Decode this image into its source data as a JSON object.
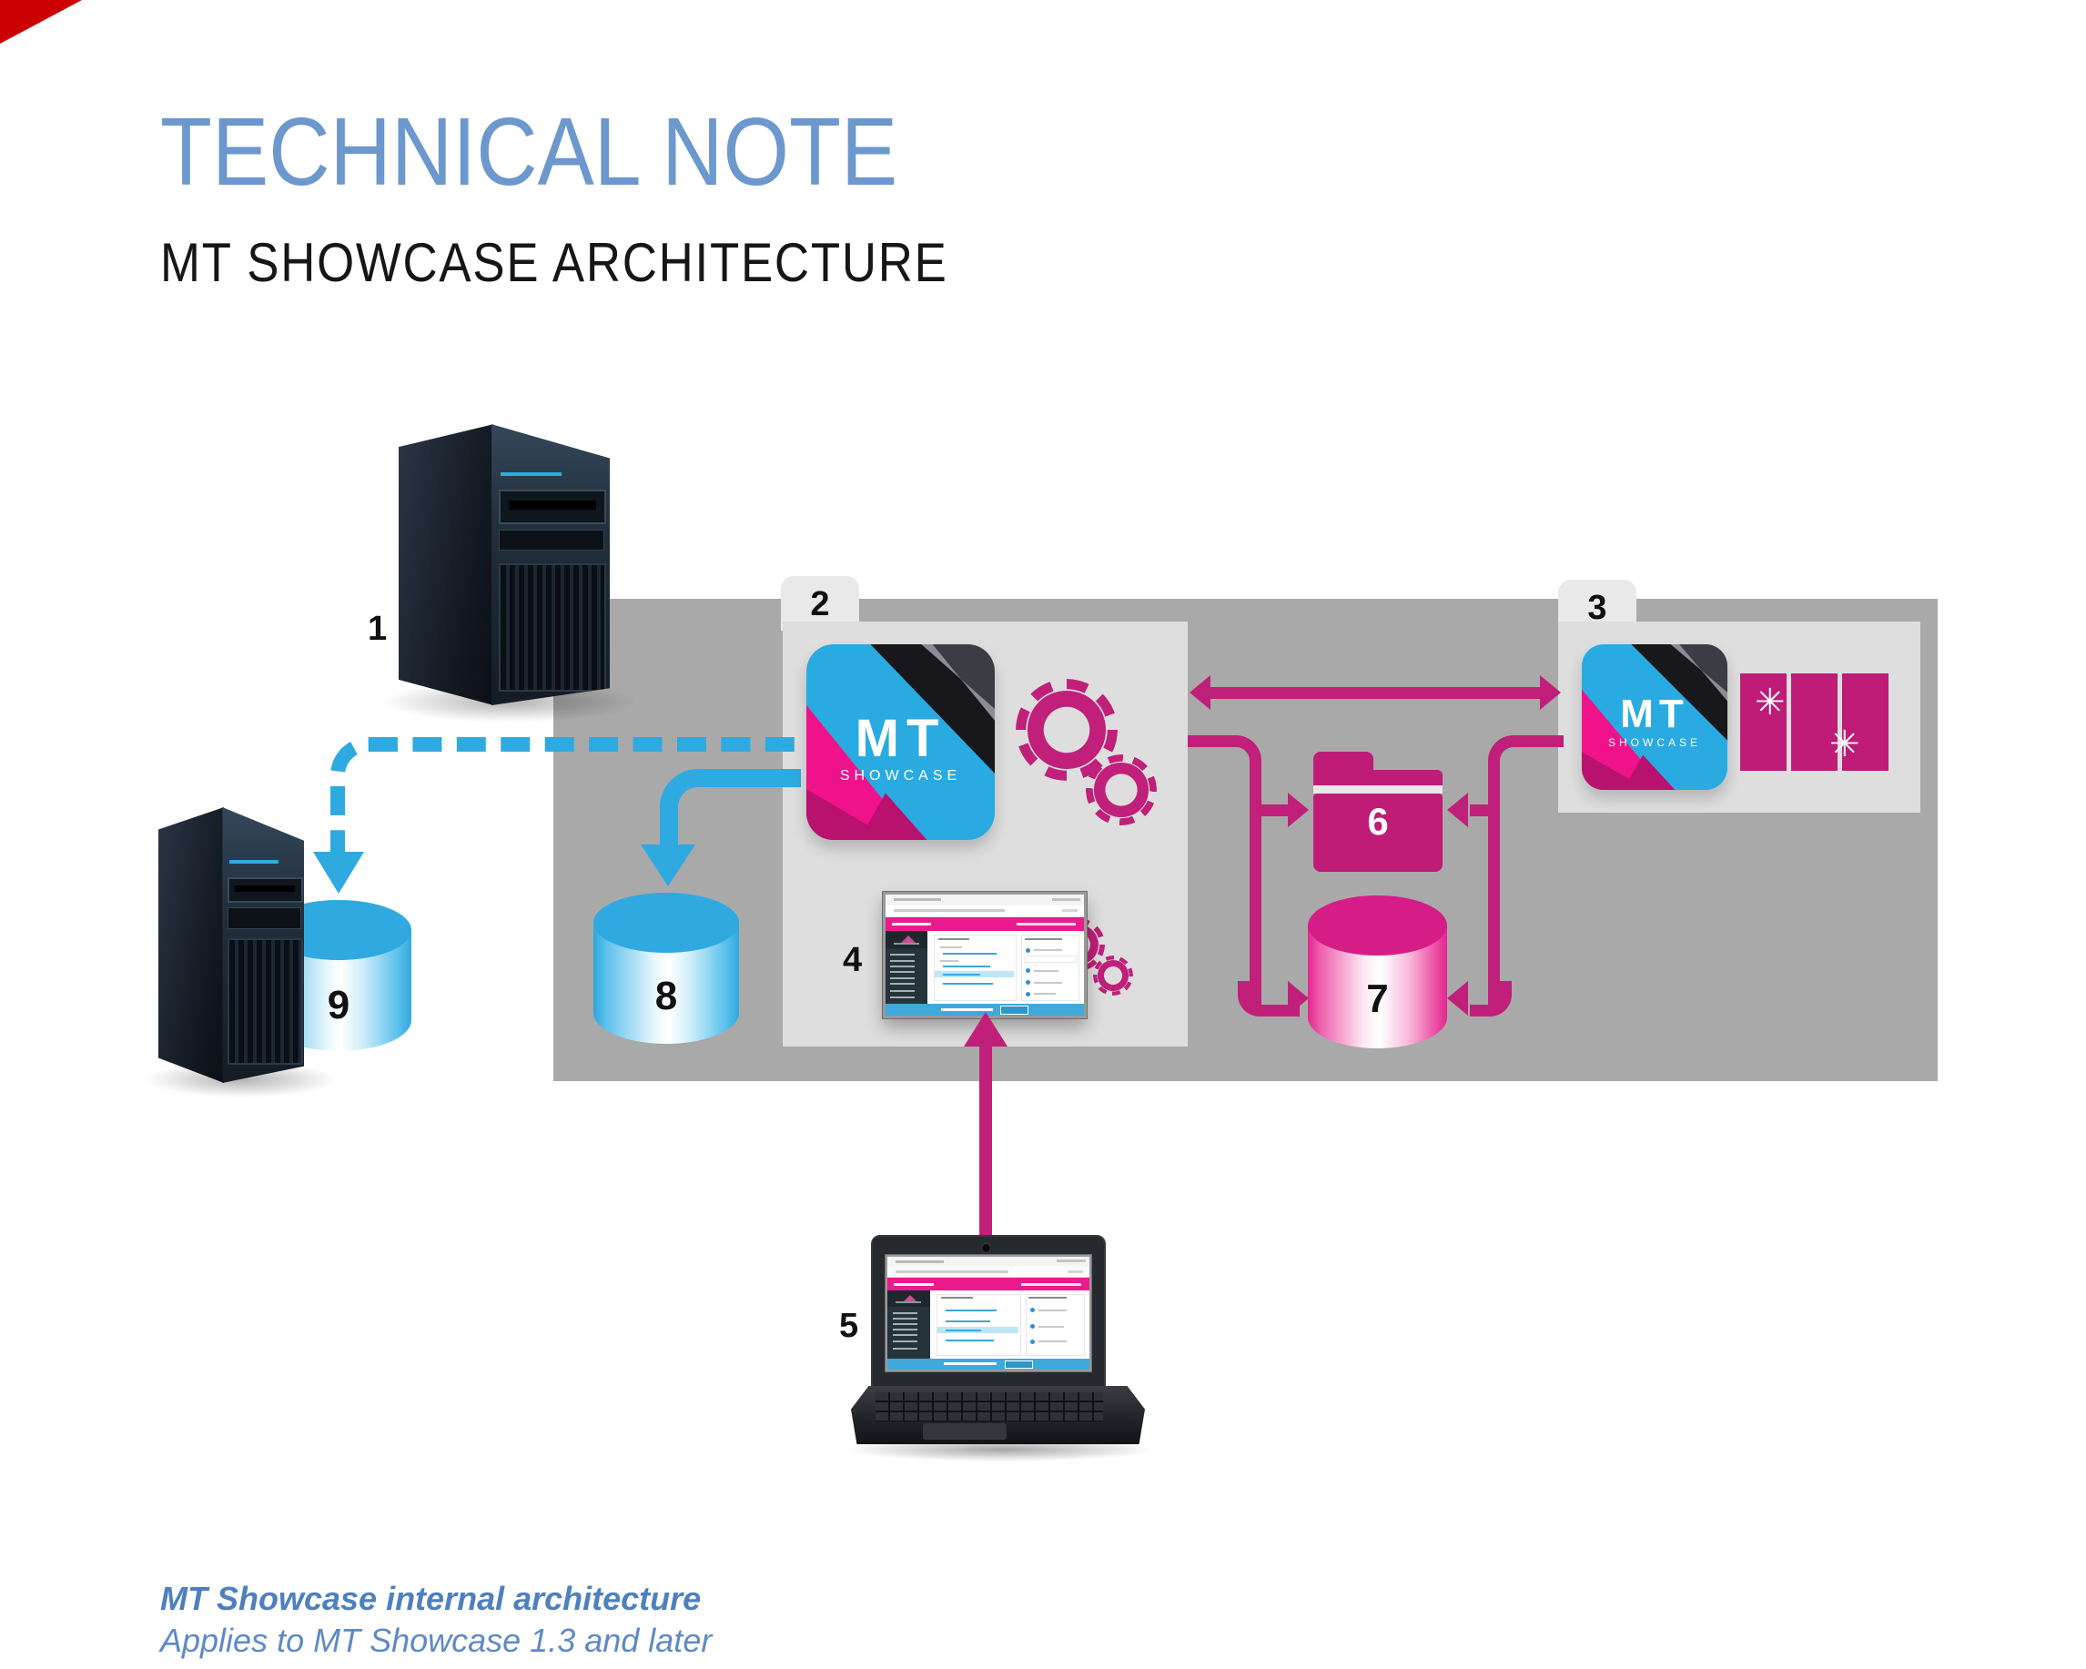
{
  "page": {
    "title": "TECHNICAL NOTE",
    "subtitle": "MT SHOWCASE ARCHITECTURE"
  },
  "footer": {
    "line1": "MT Showcase internal architecture",
    "line2": "Applies to MT Showcase 1.3 and later"
  },
  "app": {
    "name": "MT",
    "tagline": "SHOWCASE"
  },
  "diagram": {
    "labels": {
      "n1": "1",
      "n2": "2",
      "n3": "3",
      "n4": "4",
      "n5": "5",
      "n6": "6",
      "n7": "7",
      "n8": "8",
      "n9": "9"
    },
    "decor": {
      "asterisk": "✳"
    },
    "colors": {
      "title_blue": "#6C98CE",
      "footer_blue": "#4E80BE",
      "band_gray": "#A9A9A9",
      "panel_gray": "#DEDEDE",
      "cyan": "#2FAAE1",
      "magenta": "#C02079",
      "icon_cyan": "#29ABE2",
      "icon_pink": "#F0128B",
      "admin_bar_pink": "#EC1A8C",
      "admin_bar_blue": "#3FA9DC",
      "corner_red": "#CC0000"
    }
  }
}
